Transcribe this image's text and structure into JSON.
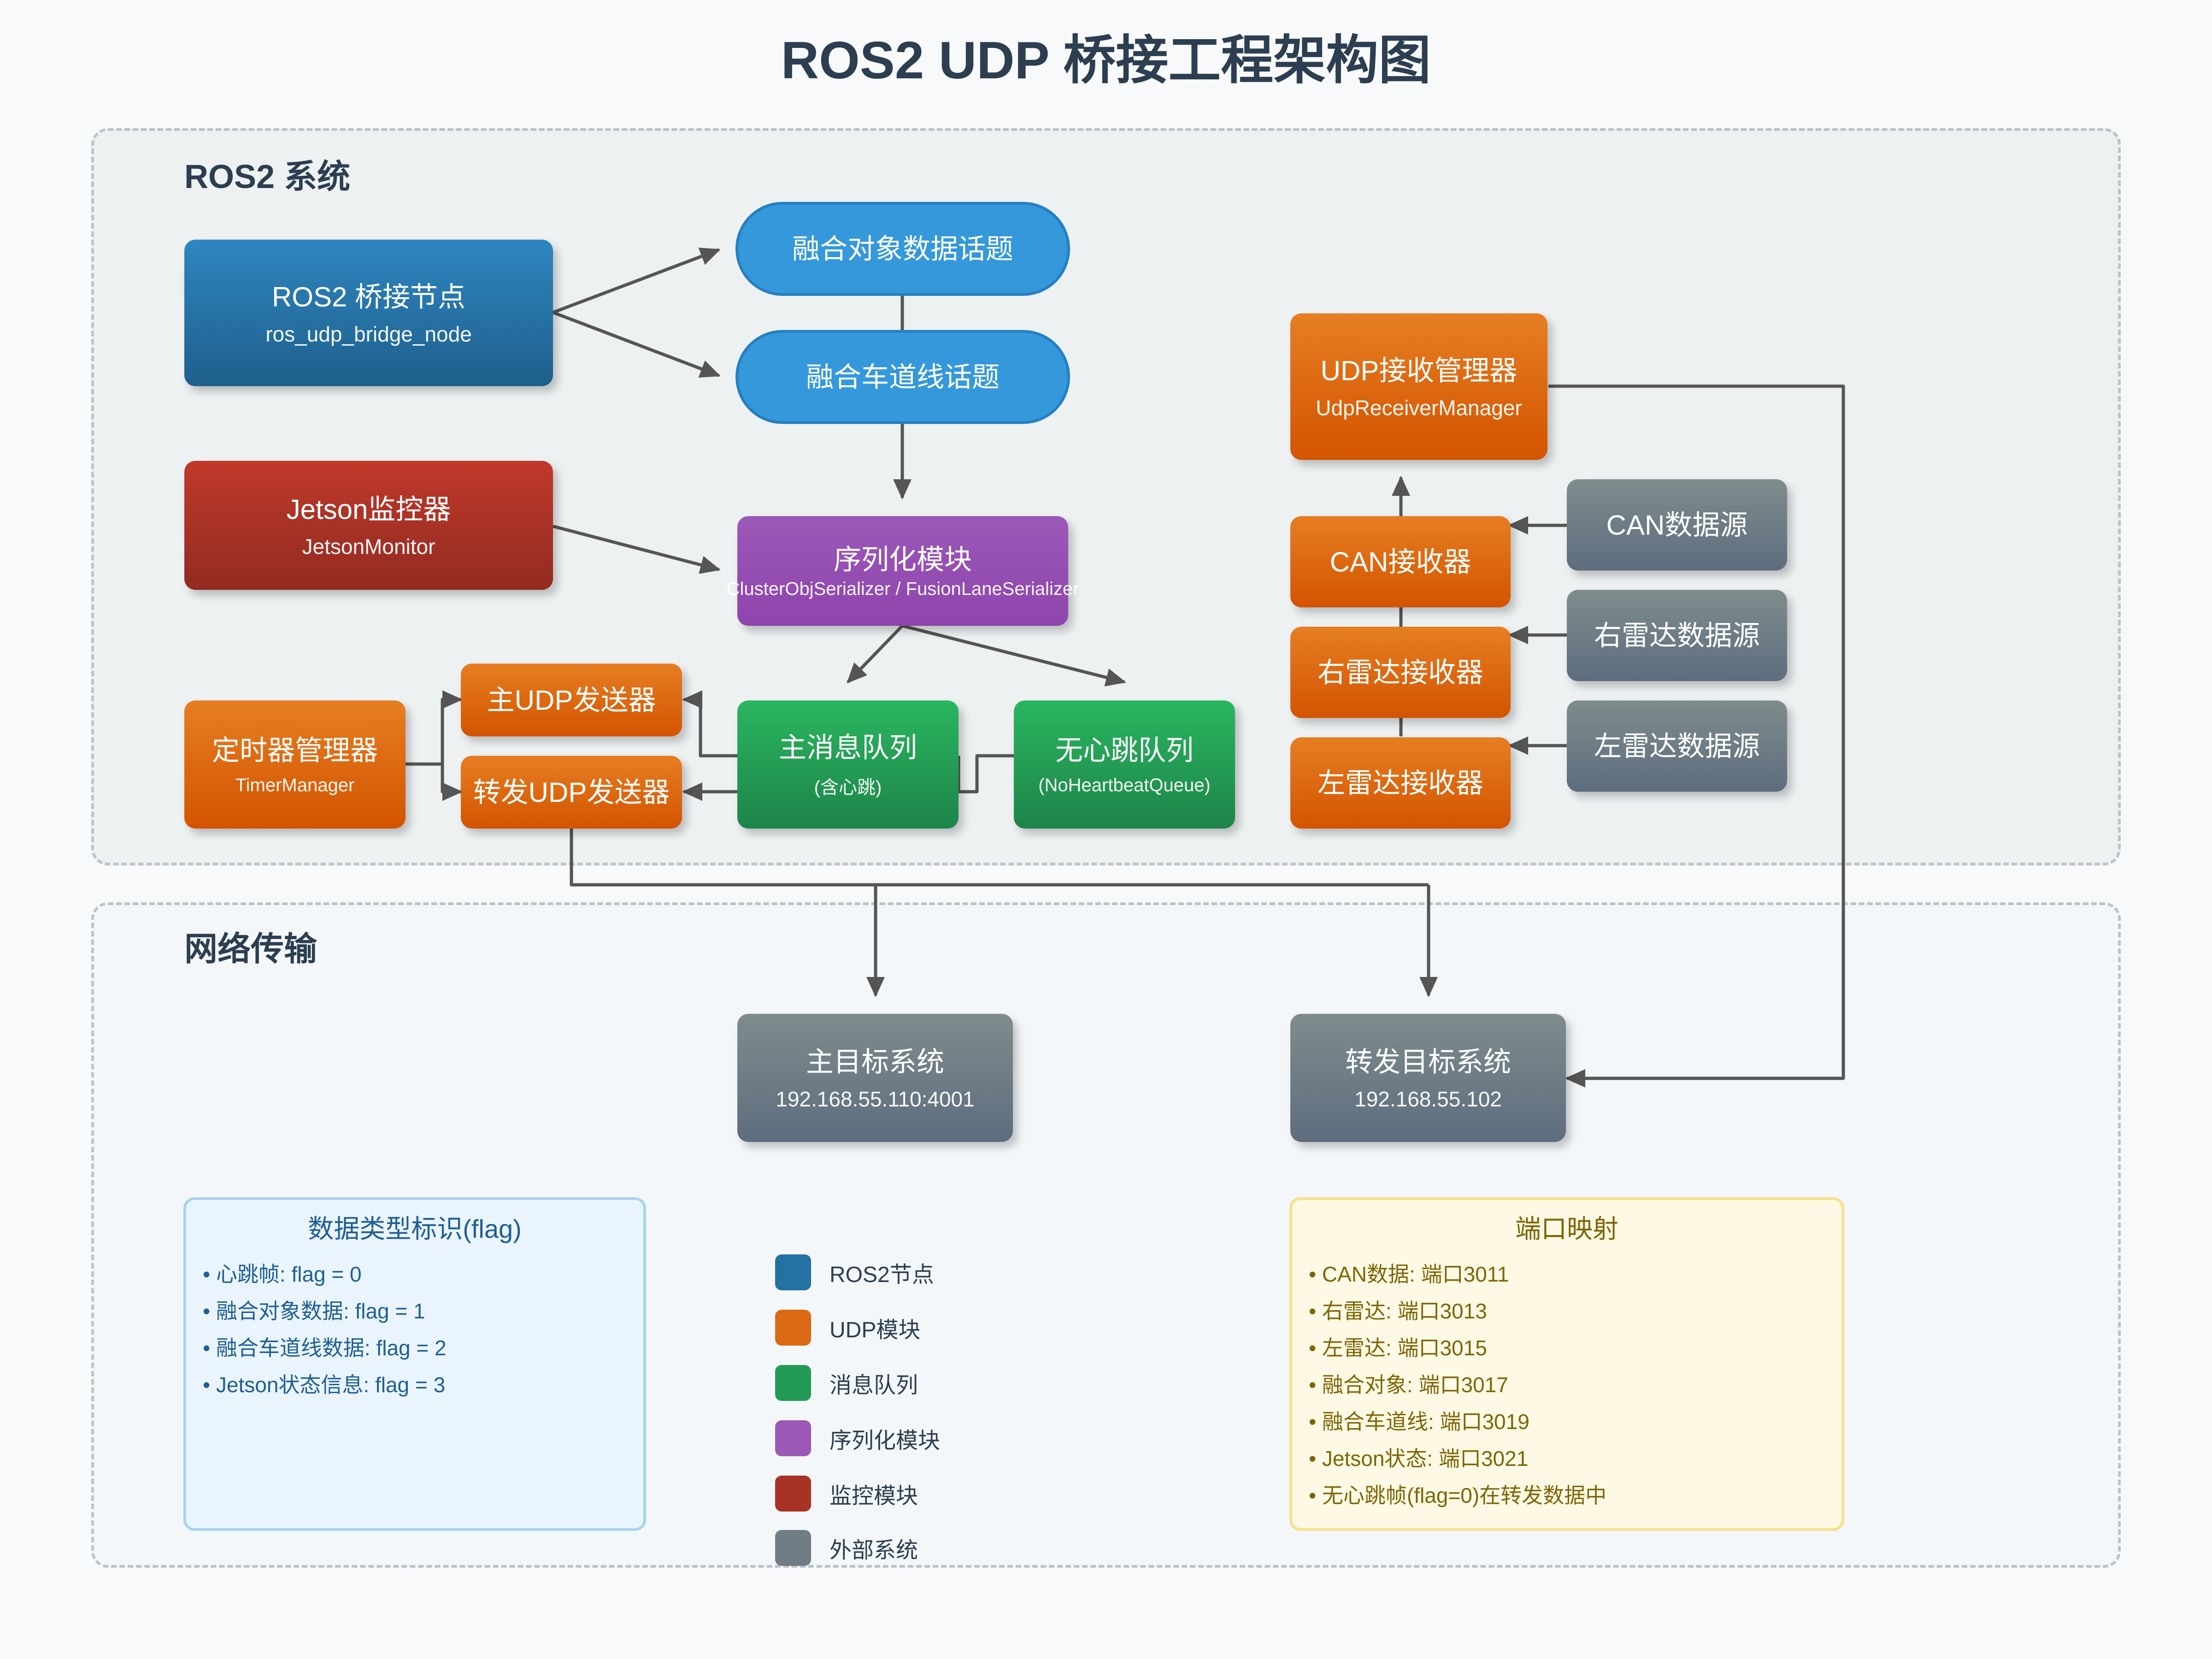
{
  "title": "ROS2 UDP 桥接工程架构图",
  "groups": {
    "ros2_system": "ROS2 系统",
    "network": "网络传输"
  },
  "nodes": {
    "bridge": {
      "label": "ROS2 桥接节点",
      "sub": "ros_udp_bridge_node"
    },
    "topic_objects": {
      "label": "融合对象数据话题"
    },
    "topic_lanes": {
      "label": "融合车道线话题"
    },
    "jetson": {
      "label": "Jetson监控器",
      "sub": "JetsonMonitor"
    },
    "serializer": {
      "label": "序列化模块",
      "sub": "ClusterObjSerializer / FusionLaneSerializer"
    },
    "timer": {
      "label": "定时器管理器",
      "sub": "TimerManager"
    },
    "main_sender": {
      "label": "主UDP发送器"
    },
    "fwd_sender": {
      "label": "转发UDP发送器"
    },
    "main_queue": {
      "label": "主消息队列",
      "sub": "(含心跳)"
    },
    "nohb_queue": {
      "label": "无心跳队列",
      "sub": "(NoHeartbeatQueue)"
    },
    "udp_receiver": {
      "label": "UDP接收管理器",
      "sub": "UdpReceiverManager"
    },
    "can_recv": {
      "label": "CAN接收器"
    },
    "right_recv": {
      "label": "右雷达接收器"
    },
    "left_recv": {
      "label": "左雷达接收器"
    },
    "can_src": {
      "label": "CAN数据源"
    },
    "right_src": {
      "label": "右雷达数据源"
    },
    "left_src": {
      "label": "左雷达数据源"
    },
    "main_target": {
      "label": "主目标系统",
      "sub": "192.168.55.110:4001"
    },
    "fwd_target": {
      "label": "转发目标系统",
      "sub": "192.168.55.102"
    }
  },
  "flag_box": {
    "title": "数据类型标识(flag)",
    "lines": [
      "• 心跳帧: flag = 0",
      "• 融合对象数据: flag = 1",
      "• 融合车道线数据: flag = 2",
      "• Jetson状态信息: flag = 3"
    ]
  },
  "port_box": {
    "title": "端口映射",
    "lines": [
      "• CAN数据: 端口3011",
      "• 右雷达: 端口3013",
      "• 左雷达: 端口3015",
      "• 融合对象: 端口3017",
      "• 融合车道线: 端口3019",
      "• Jetson状态: 端口3021",
      "• 无心跳帧(flag=0)在转发数据中"
    ]
  },
  "legend": [
    {
      "label": "ROS2节点",
      "color": "#2471a3"
    },
    {
      "label": "UDP模块",
      "color": "#dc6a14"
    },
    {
      "label": "消息队列",
      "color": "#239b56"
    },
    {
      "label": "序列化模块",
      "color": "#9b59b6"
    },
    {
      "label": "监控模块",
      "color": "#a93226"
    },
    {
      "label": "外部系统",
      "color": "#717d85"
    }
  ],
  "colors": {
    "ros2_node": "#2471a3",
    "udp_module": "#dc6a14",
    "queue": "#239b56",
    "serializer": "#9b59b6",
    "monitor": "#a93226",
    "external": "#717d85",
    "topic": "#3498db",
    "wire": "#555555"
  }
}
